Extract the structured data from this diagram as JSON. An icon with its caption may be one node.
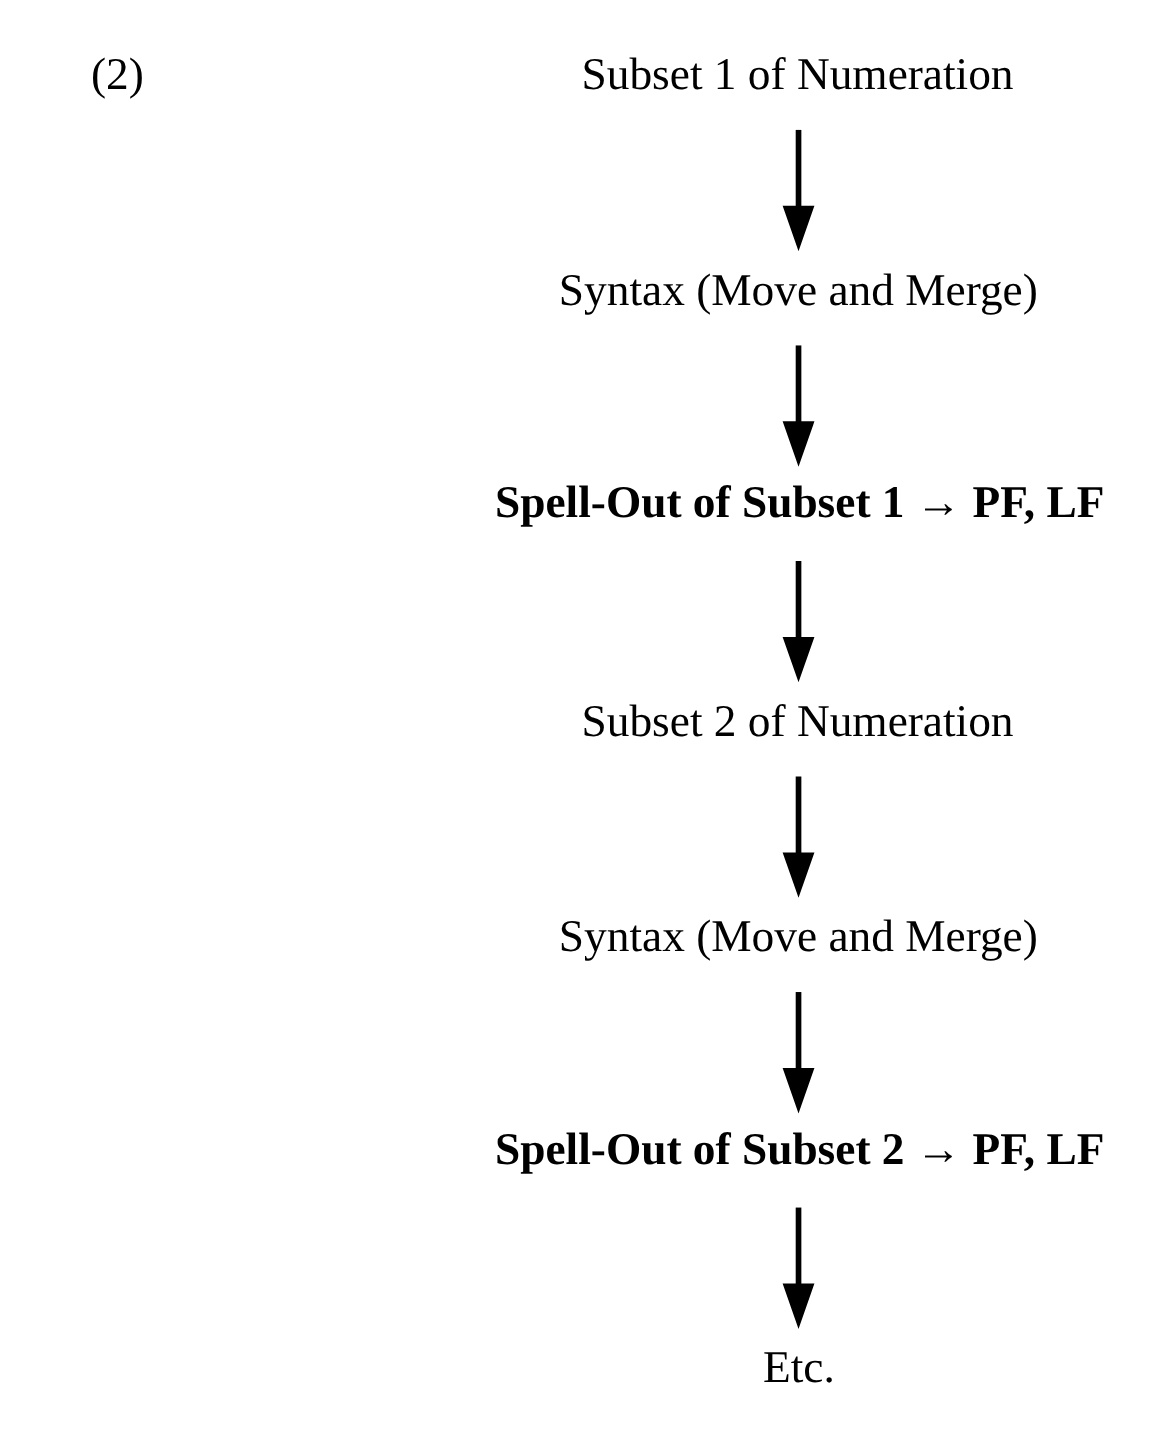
{
  "diagram": {
    "nodes": [
      {
        "text": [
          "Subset 1 of Numeration"
        ]
      },
      {
        "text": [
          "Syntax (Move and Merge)"
        ]
      },
      {
        "text": [
          "Spell-Out of Subset 1 → PF, LF"
        ]
      },
      {
        "text": [
          "Subset 2 of Numeration"
        ]
      },
      {
        "text": [
          "Syntax (Move and Merge)"
        ]
      },
      {
        "text": [
          "Spell-Out of Subset 2 → PF, LF"
        ]
      },
      {
        "text": [
          "Etc."
        ]
      }
    ],
    "edges": [
      {
        "from": 0,
        "to": 1,
        "arrow": "to"
      },
      {
        "from": 1,
        "to": 2,
        "arrow": "to"
      },
      {
        "from": 2,
        "to": 3,
        "arrow": "to"
      },
      {
        "from": 3,
        "to": 4,
        "arrow": "to"
      },
      {
        "from": 4,
        "to": 5,
        "arrow": "to"
      },
      {
        "from": 5,
        "to": 6,
        "arrow": "to"
      }
    ],
    "labels": [
      "(2)"
    ]
  }
}
